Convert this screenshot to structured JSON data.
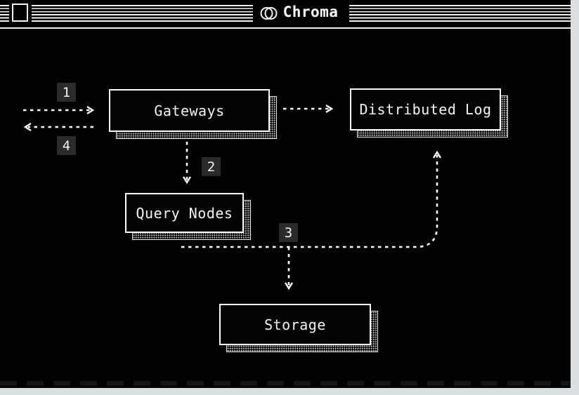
{
  "page": {
    "background": "#d9dee1"
  },
  "window": {
    "background": "#020202",
    "foreground": "#ffffff"
  },
  "titlebar": {
    "app_name": "Chroma",
    "logo": "chroma-two-overlapping-circles",
    "has_close_box": true
  },
  "diagram": {
    "badge_background": "#2b2b2b",
    "nodes": [
      {
        "id": "gateways",
        "label": "Gateways"
      },
      {
        "id": "distributed-log",
        "label": "Distributed Log"
      },
      {
        "id": "query-nodes",
        "label": "Query Nodes"
      },
      {
        "id": "storage",
        "label": "Storage"
      }
    ],
    "steps": [
      {
        "label": "1",
        "edge": "client-to-gateways",
        "style": "dashed-arrow-right"
      },
      {
        "label": "2",
        "edge": "gateways-to-query-nodes",
        "style": "dashed-arrow-down"
      },
      {
        "label": "3",
        "edge": "query-nodes-to-distributed-log-and-storage",
        "style": "dashed-arrow-branch"
      },
      {
        "label": "4",
        "edge": "gateways-to-client",
        "style": "dashed-arrow-left"
      }
    ],
    "unlabeled_edges": [
      {
        "edge": "gateways-to-distributed-log",
        "style": "dashed-arrow-right"
      }
    ]
  }
}
